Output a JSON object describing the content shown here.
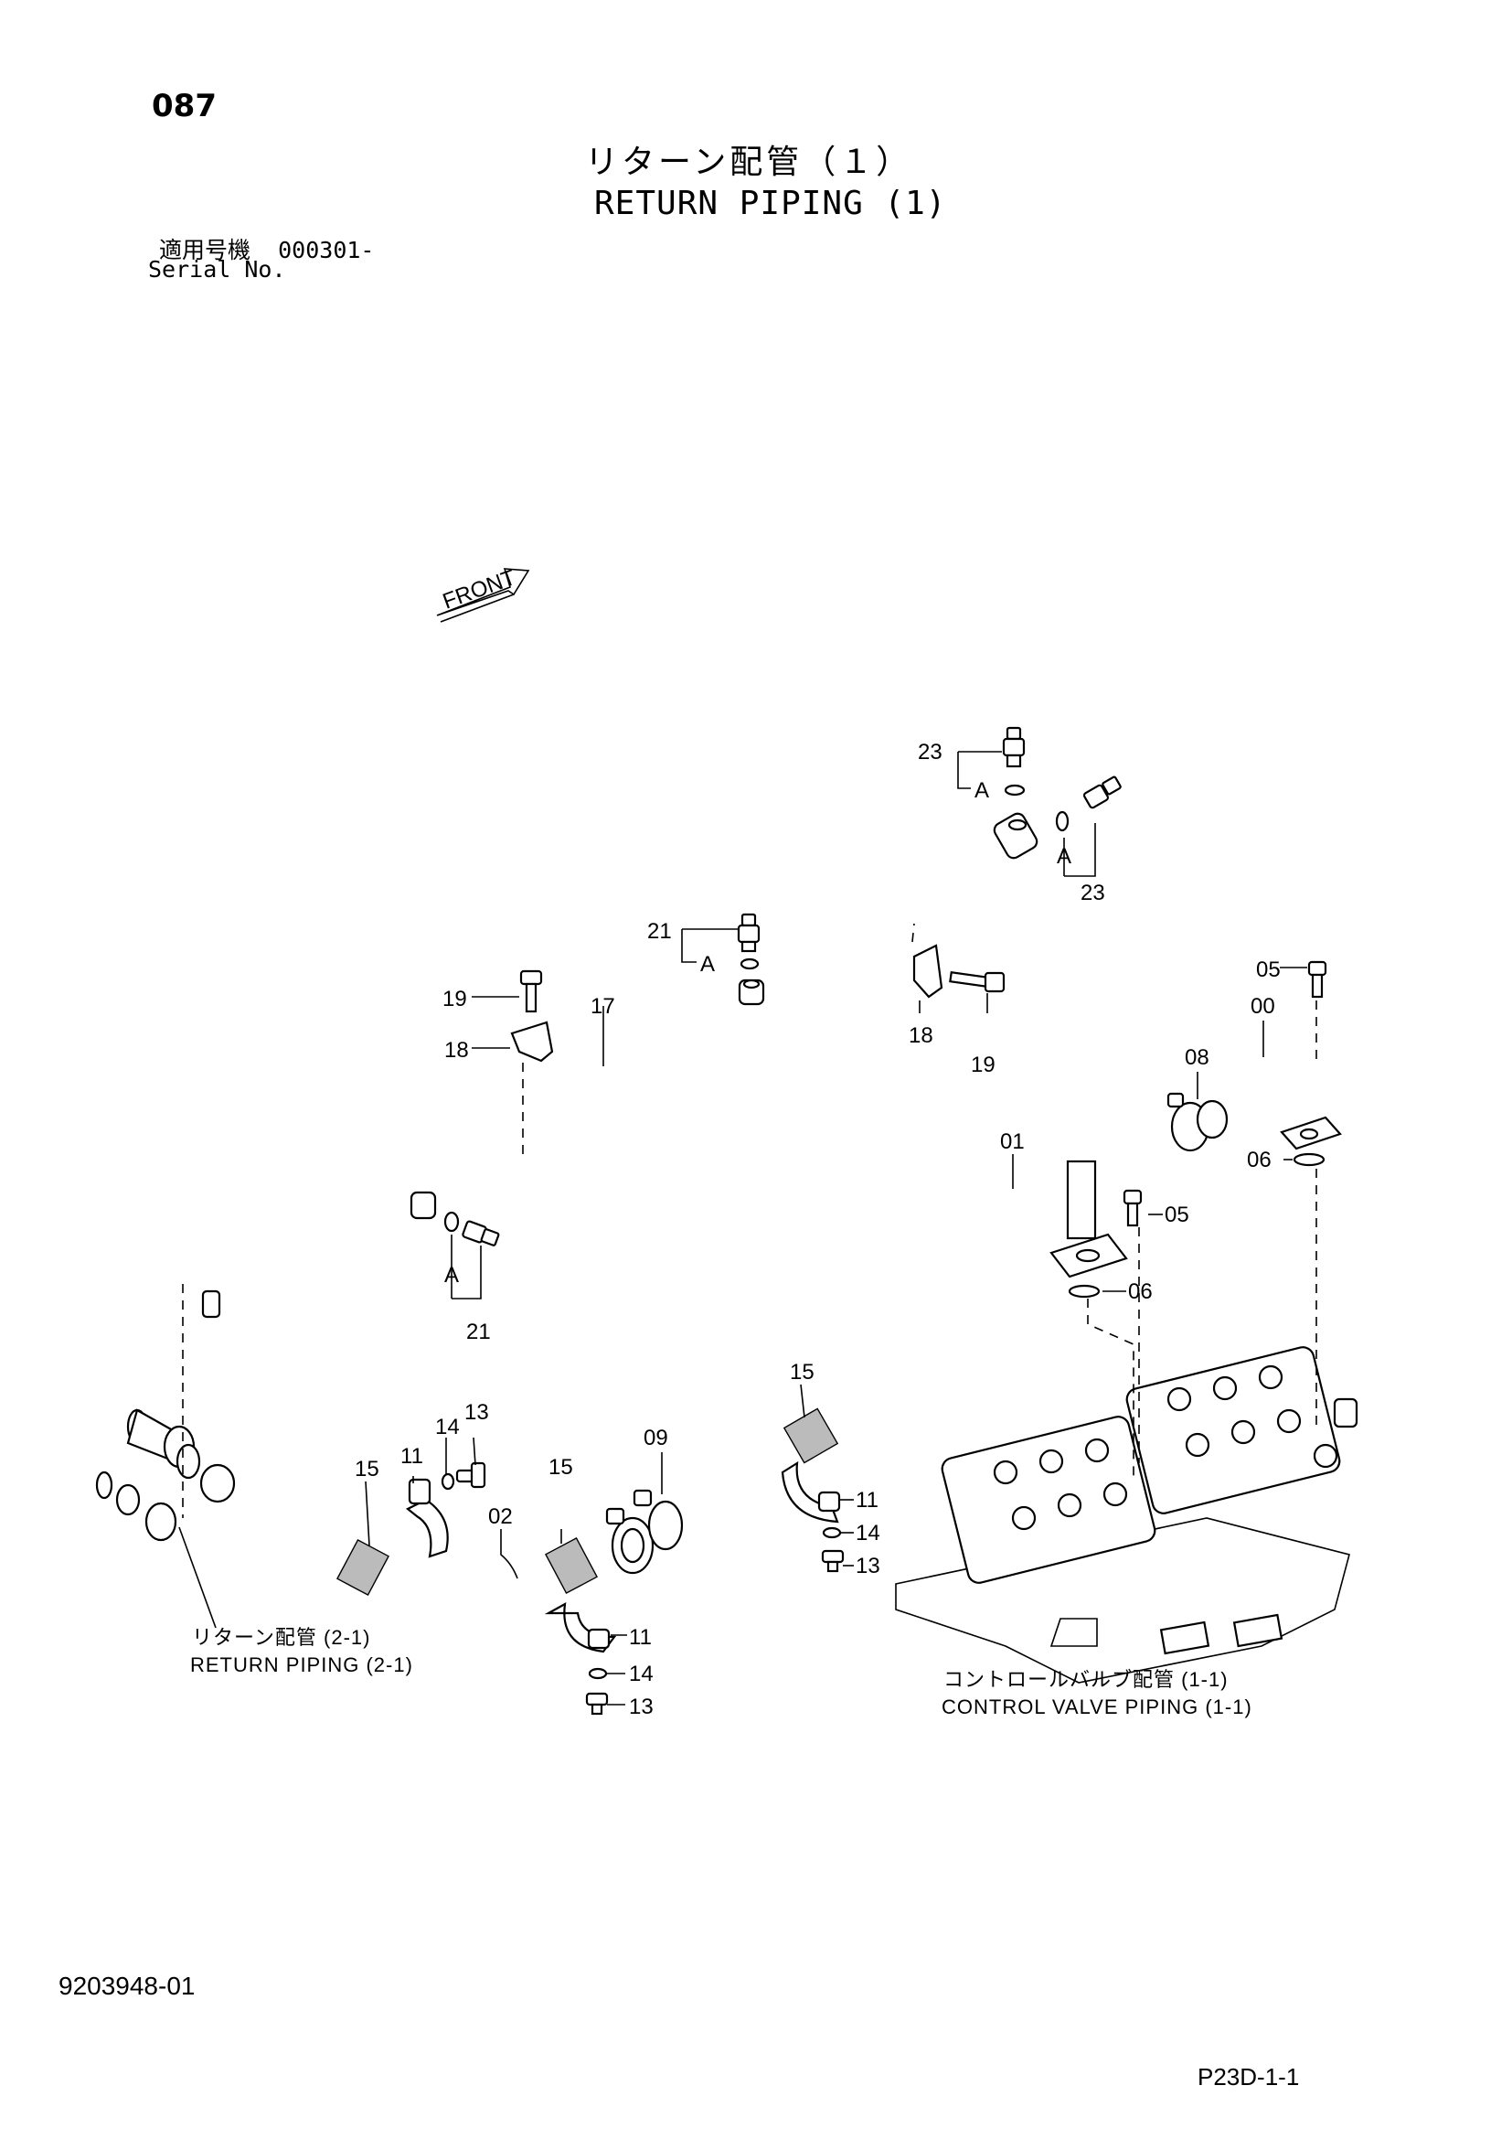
{
  "header": {
    "page_number": "087",
    "title_jp": "リターン配管（１）",
    "title_en": "RETURN PIPING (1)",
    "serial_label_jp": "適用号機",
    "serial_value": "000301-",
    "serial_label_en": "Serial No."
  },
  "diagram": {
    "front_label": "FRONT",
    "callouts": [
      "23",
      "23",
      "A",
      "A",
      "21",
      "21",
      "A",
      "A",
      "19",
      "19",
      "18",
      "18",
      "17",
      "05",
      "05",
      "00",
      "08",
      "01",
      "06",
      "06",
      "15",
      "15",
      "15",
      "09",
      "14",
      "14",
      "14",
      "13",
      "13",
      "13",
      "11",
      "11",
      "11",
      "02"
    ],
    "references": [
      {
        "jp": "リターン配管 (2-1)",
        "en": "RETURN PIPING (2-1)"
      },
      {
        "jp": "コントロールバルブ配管 (1-1)",
        "en": "CONTROL VALVE PIPING (1-1)"
      }
    ]
  },
  "footer": {
    "document_number": "9203948-01",
    "page_code": "P23D-1-1"
  }
}
